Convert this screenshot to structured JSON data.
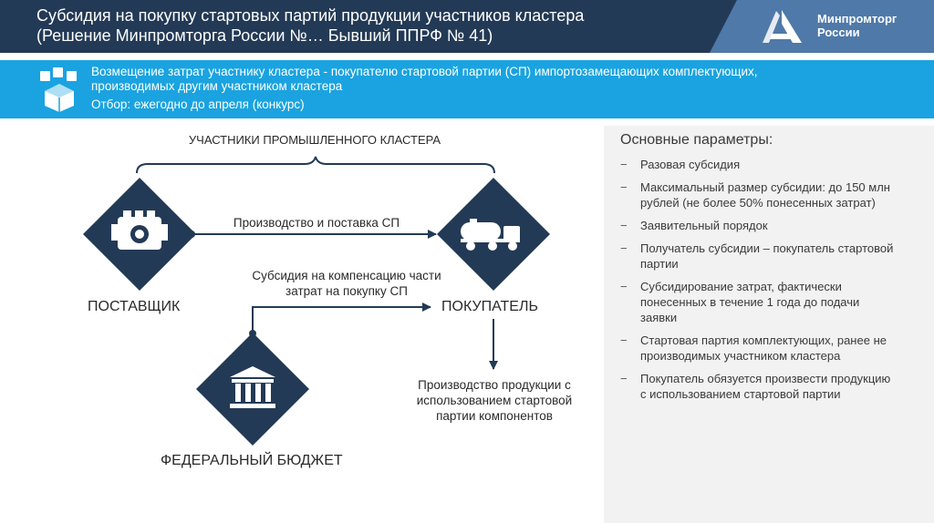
{
  "header": {
    "title_line1": "Субсидия на покупку стартовых партий продукции участников кластера",
    "title_line2": "(Решение Минпромторга России №… Бывший ППРФ № 41)"
  },
  "logo": {
    "line1": "Минпромторг",
    "line2": "России"
  },
  "banner": {
    "line1": "Возмещение затрат участнику кластера - покупателю стартовой партии (СП) импортозамещающих комплектующих,",
    "line2": "производимых другим участником кластера",
    "line3": "Отбор: ежегодно до апреля (конкурс)"
  },
  "diagram": {
    "cluster_label": "УЧАСТНИКИ ПРОМЫШЛЕННОГО КЛАСТЕРА",
    "supplier_label": "ПОСТАВЩИК",
    "buyer_label": "ПОКУПАТЕЛЬ",
    "budget_label": "ФЕДЕРАЛЬНЫЙ БЮДЖЕТ",
    "production_arrow_label": "Производство и поставка СП",
    "subsidy_arrow_label": "Субсидия на компенсацию части затрат на покупку СП",
    "result_label": "Производство продукции с использованием стартовой партии компонентов",
    "icons": [
      "engine-icon",
      "tanker-truck-icon",
      "government-building-icon",
      "cubes-icon"
    ]
  },
  "params": {
    "title": "Основные параметры:",
    "bullet": "−",
    "items": [
      "Разовая субсидия",
      "Максимальный размер субсидии: до 150 млн рублей (не более 50% понесенных затрат)",
      "Заявительный порядок",
      "Получатель субсидии – покупатель стартовой партии",
      "Субсидирование затрат, фактически понесенных в течение 1 года до подачи заявки",
      "Стартовая партия комплектующих, ранее не производимых участником кластера",
      "Покупатель обязуется произвести продукцию с использованием стартовой партии"
    ]
  },
  "colors": {
    "header_bg": "#233a56",
    "accent_blue": "#1aa3e0",
    "diamond": "#233a56",
    "panel_bg": "#f2f2f2"
  }
}
